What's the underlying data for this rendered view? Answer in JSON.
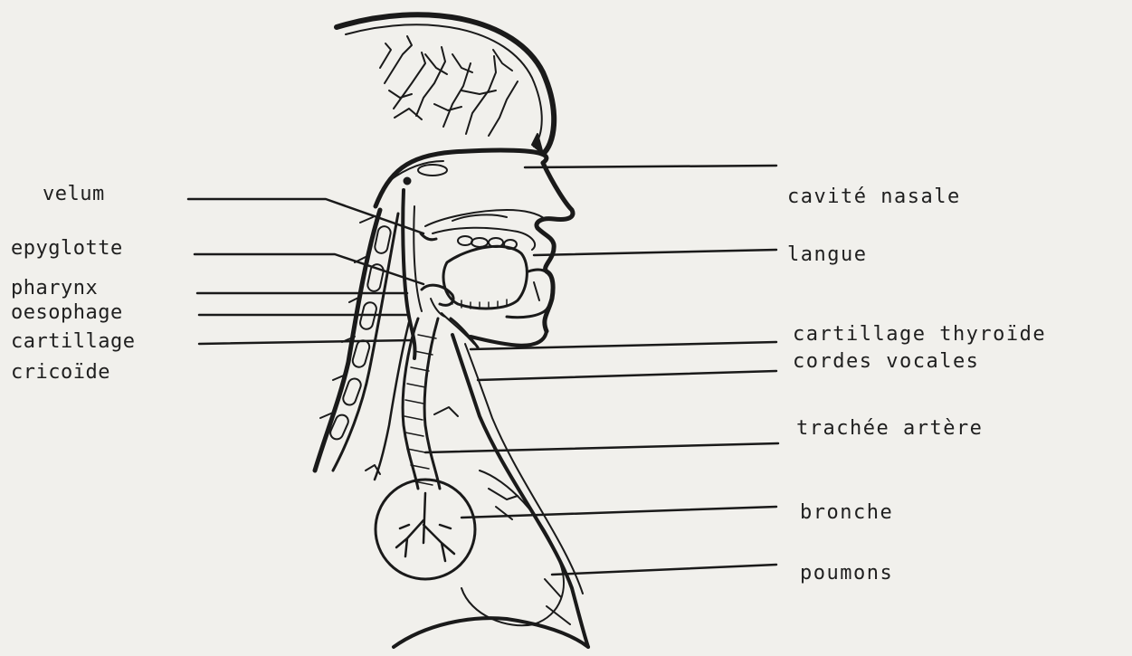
{
  "labels_left": {
    "velum": "velum",
    "epyglotte": "epyglotte",
    "pharynx": "pharynx",
    "oesophage": "oesophage",
    "cartillage": "cartillage",
    "cricoide": "cricoïde"
  },
  "labels_right": {
    "cavite_nasale": "cavité nasale",
    "langue": "langue",
    "cartillage_thyroide": "cartillage thyroïde",
    "cordes_vocales": "cordes vocales",
    "trachee_artere": "trachée artère",
    "bronche": "bronche",
    "poumons": "poumons"
  },
  "colors": {
    "paper": "#f1f0ec",
    "ink": "#1a1a1a"
  }
}
